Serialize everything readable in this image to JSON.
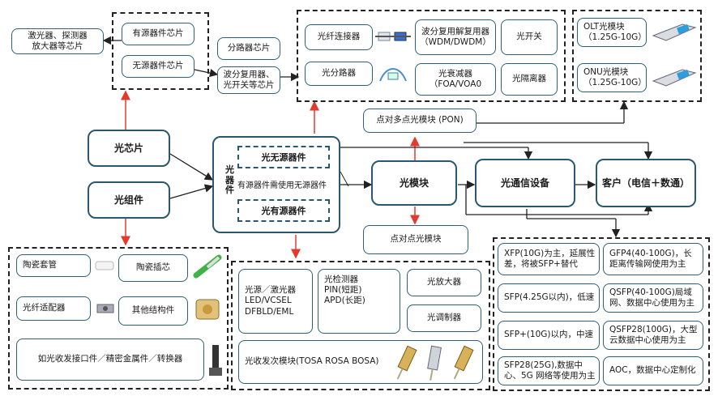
{
  "top_left": {
    "chip_types": "激光器、探测器\n放大器等芯片",
    "active_chip": "有源器件芯片",
    "passive_chip": "无源器件芯片"
  },
  "top_mid": {
    "splitter_chip": "分路器芯片",
    "wdm_chip": "波分复用器、\n光开关等芯片"
  },
  "passive_devices": {
    "fiber_connector": "光纤连接器",
    "splitter": "光分路器",
    "wdm": "波分复用解复用器\n（WDM/DWDM）",
    "attenuator": "光衰减器\n（FOA/VOA0",
    "switch": "光开关",
    "isolator": "光隔离器"
  },
  "transceivers": {
    "olt": "OLT光模块\n（1.25G-10G）",
    "onu": "ONU光模块\n（1.25G-10G）"
  },
  "pon_module": "点对多点光模块 (PON)",
  "p2p_module": "点对点光模块",
  "main": {
    "optical_chip": "光芯片",
    "optical_component": "光组件",
    "device": "光器件",
    "passive_device": "光无源器件",
    "active_device": "光有源器件",
    "device_note": "有源器件需使用无源器件",
    "module": "光模块",
    "comm_equipment": "光通信设备",
    "customer": "客户（电信＋数通）"
  },
  "components": {
    "ceramic_sleeve": "陶瓷套管",
    "ceramic_ferrule": "陶瓷插芯",
    "fiber_adapter": "光纤适配器",
    "other_parts": "其他结构件",
    "interfaces": "如光收发接口件／精密金属件／转换器"
  },
  "active_devices": {
    "light_source": "光源／激光器\nLED/VCSEL\nDFBLD/EML",
    "detector": "光检测器\nPIN(短距)\nAPD(长距)",
    "amplifier": "光放大器",
    "modulator": "光调制器",
    "tosa": "光收发次模块(TOSA ROSA BOSA)"
  },
  "module_types": {
    "xfp": "XFP(10G)为主，延展性差，将被SFP+替代",
    "cfp4": "GFP4(40-100G)，长距离传输网使用为主",
    "sfp": "SFP(4.25G以内)，低速",
    "qsfp": "QSFP(40-100G)局域网、数据中心使用为主",
    "sfp_plus": "SFP+(10G)以内，中速",
    "qsfp28": "QSFP28(100G)，大型云数据中心使用为主",
    "sfp28": "SFP28(25G),数据中心、5G 网络等使用为主",
    "aoc": "AOC，数据中心定制化"
  },
  "colors": {
    "box_border": "#2f5f7a",
    "arrow_red": "#e23b2e",
    "arrow_black": "#222222"
  }
}
